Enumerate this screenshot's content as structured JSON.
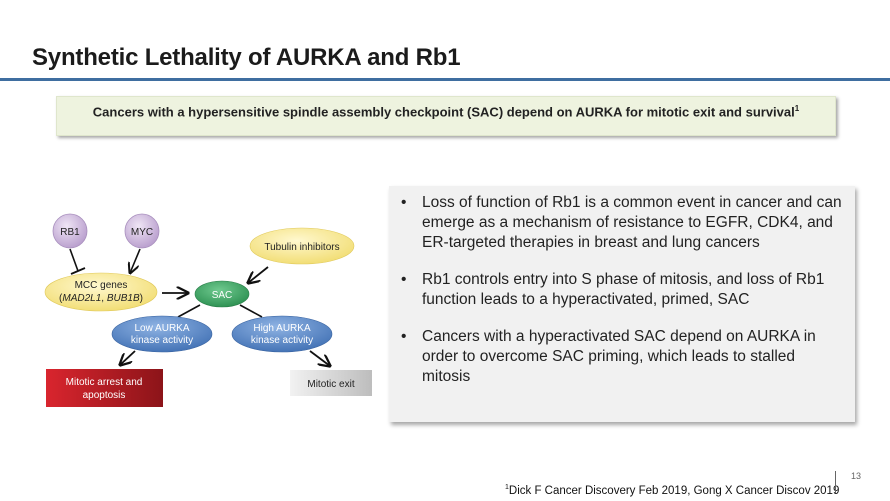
{
  "slide": {
    "title": "Synthetic Lethality of AURKA and Rb1",
    "callout_text": "Cancers with a hypersensitive spindle assembly checkpoint (SAC) depend on AURKA for mitotic exit and survival",
    "callout_sup": "1",
    "bullets": [
      "Loss of function of Rb1 is a common event in cancer and can emerge as a mechanism of resistance to EGFR, CDK4, and ER-targeted therapies in breast and lung cancers",
      "Rb1 controls entry into S phase of mitosis, and loss of Rb1 function leads to a hyperactivated, primed, SAC",
      "Cancers with a hyperactivated SAC depend on AURKA in order to overcome SAC priming, which leads to stalled mitosis"
    ],
    "footnote_sup": "1",
    "footnote_text": "Dick F Cancer Discovery Feb 2019, Gong X Cancer Discov 2019",
    "page_number": "13"
  },
  "diagram": {
    "rb1": "RB1",
    "myc": "MYC",
    "mcc_line1": "MCC genes",
    "mcc_line2_open": "(",
    "mcc_gene1": "MAD2L1",
    "mcc_sep": ", ",
    "mcc_gene2": "BUB1B",
    "mcc_line2_close": ")",
    "tubulin": "Tubulin inhibitors",
    "sac": "SAC",
    "low_line1": "Low AURKA",
    "low_line2": "kinase activity",
    "high_line1": "High AURKA",
    "high_line2": "kinase activity",
    "arrest_line1": "Mitotic arrest and",
    "arrest_line2": "apoptosis",
    "exit": "Mitotic exit"
  },
  "colors": {
    "title_rule": "#3f6ea0",
    "callout_bg": "#eef3df",
    "purple_node": "#cdb6dc",
    "yellow_node": "#f6ea9e",
    "sac_green": "#3aa563",
    "blue_node": "#5a88c8",
    "red_box": "#c4222c",
    "gray_box": "#d4d4d4"
  }
}
